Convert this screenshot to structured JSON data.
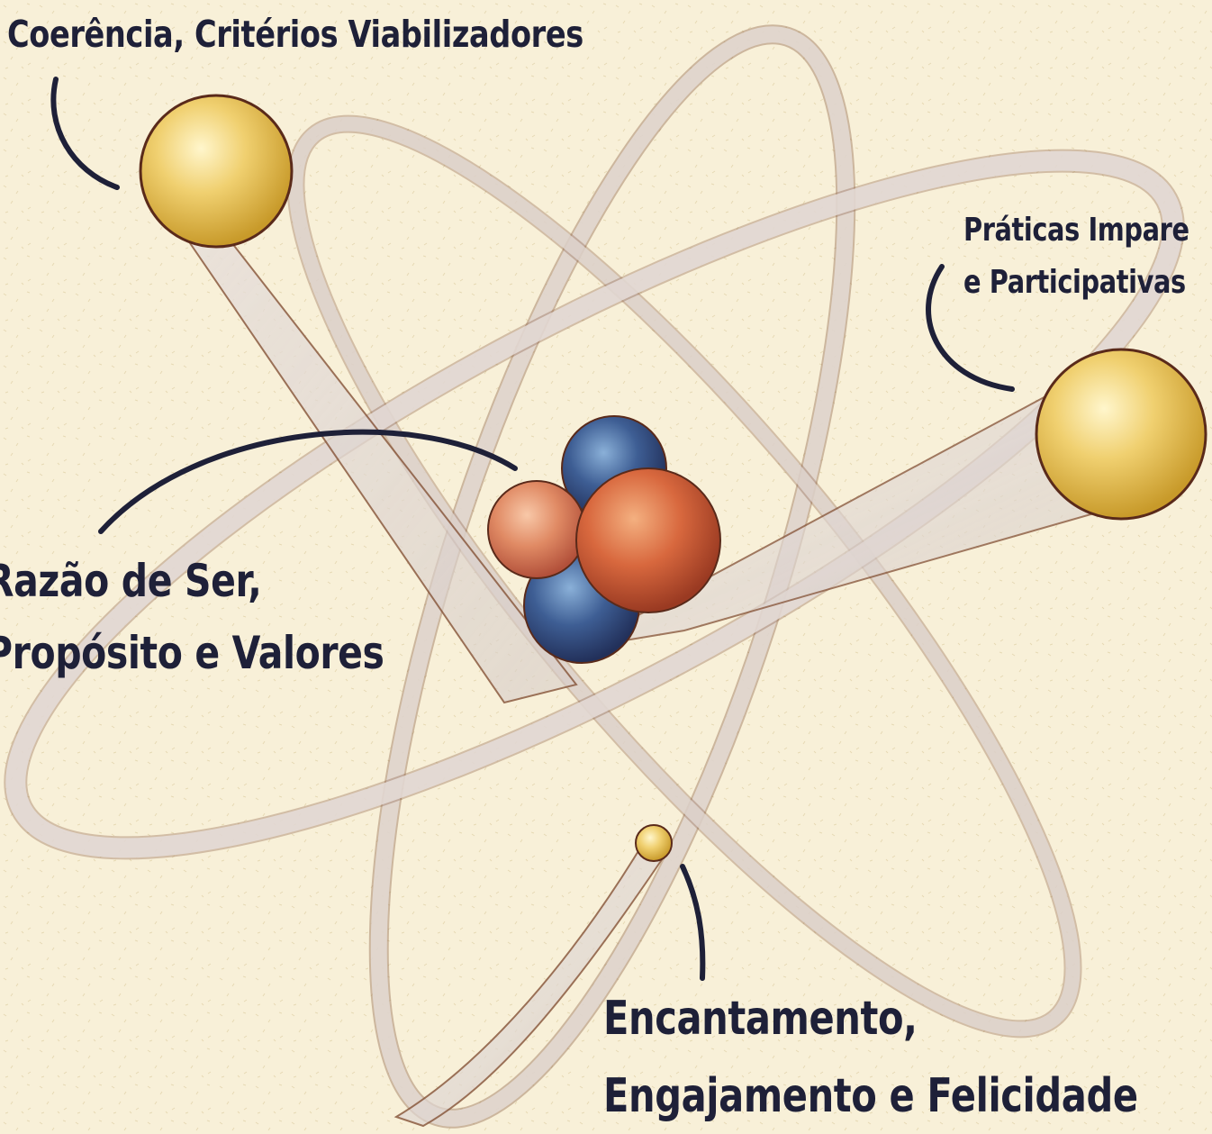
{
  "diagram": {
    "labels": {
      "coerencia": "Coerência, Critérios Viabilizadores",
      "praticas_line1": "Práticas Impare",
      "praticas_line2": "e Participativas",
      "razao_line1": "Razão de Ser,",
      "razao_line2": "Propósito e Valores",
      "encanto_line1": "Encantamento,",
      "encanto_line2": "Engajamento e Felicidade"
    },
    "colors": {
      "background": "#f8f0d8",
      "text": "#1e2038",
      "gold": "#e8c24a",
      "proton": "#d0643c",
      "neutron": "#3c5a8c",
      "orbit": "#d8d0c8",
      "orbit_edge": "#7a4a30"
    },
    "nucleus": {
      "particles": [
        "neutron",
        "proton",
        "proton",
        "neutron"
      ]
    }
  }
}
